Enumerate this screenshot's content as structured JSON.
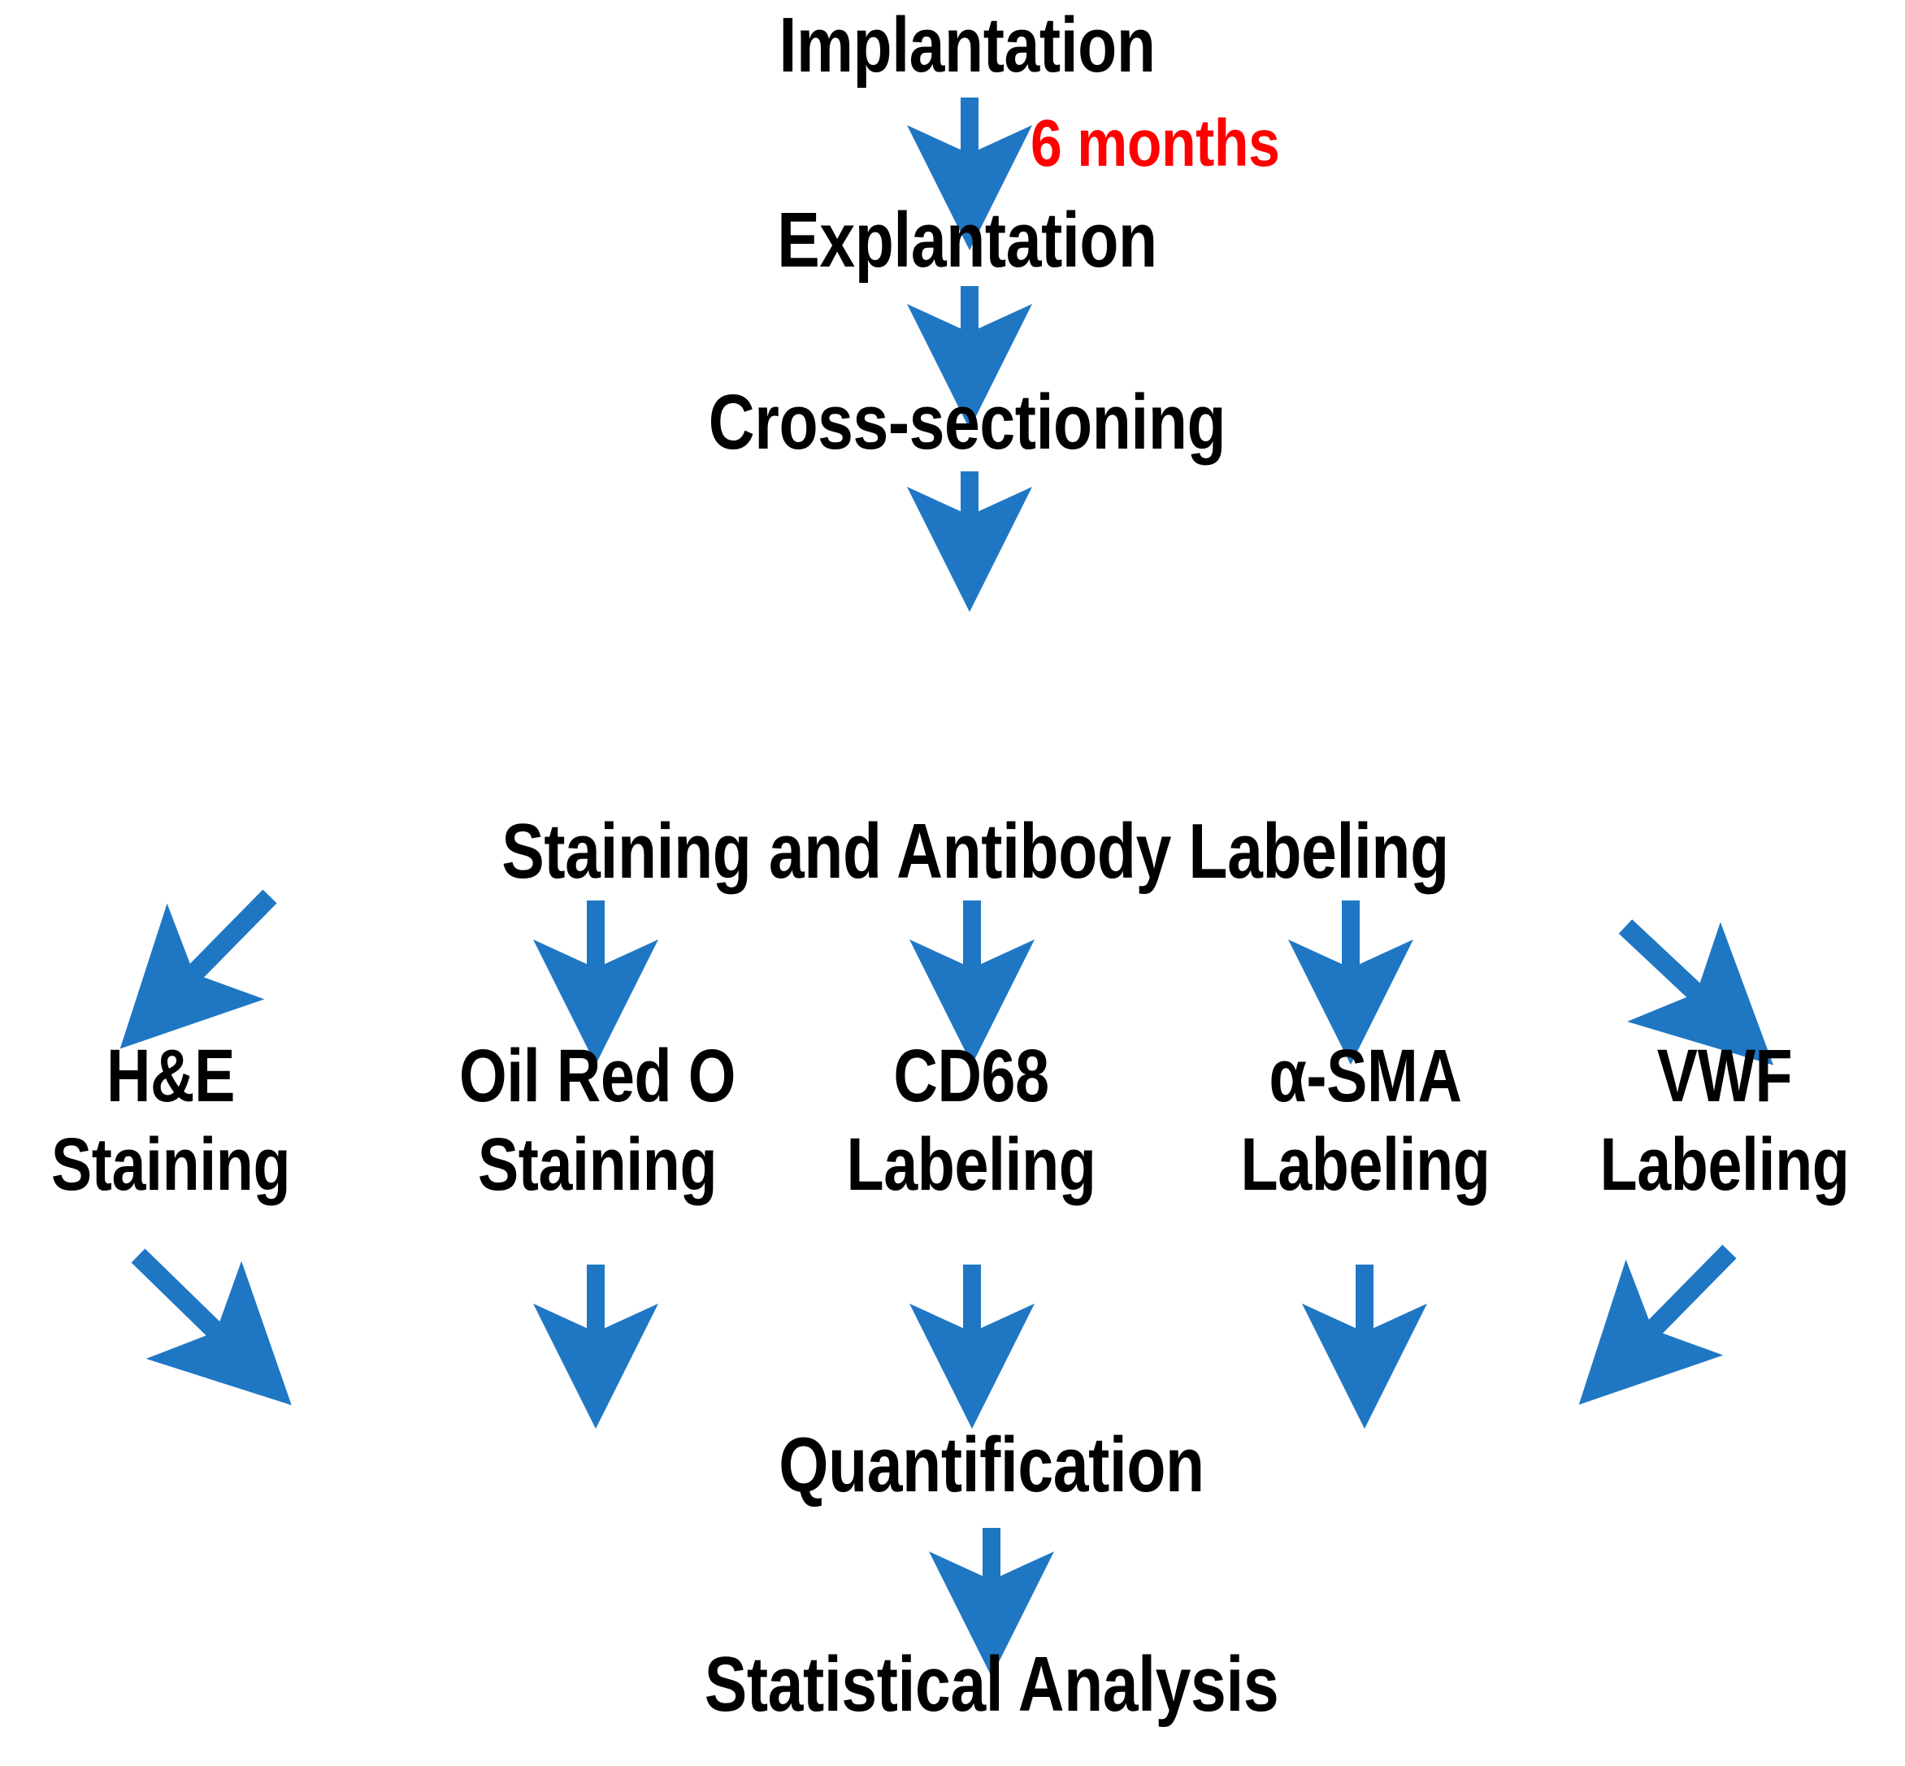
{
  "diagram": {
    "title": "Histological analysis workflow",
    "background_color": "#FFFFFF",
    "arrow_color": "#1F77C4",
    "text_color": "#000000",
    "accent_color": "#FF0000",
    "stages": {
      "implantation": "Implantation",
      "explantation": "Explantation",
      "cross_sectioning": "Cross-sectioning",
      "staining_and_antibody_labeling": "Staining and Antibody Labeling",
      "quantification": "Quantification",
      "statistical_analysis": "Statistical Analysis"
    },
    "duration_label": "6 months",
    "branches": [
      {
        "line1": "H&E",
        "line2": "Staining"
      },
      {
        "line1": "Oil Red O",
        "line2": "Staining"
      },
      {
        "line1": "CD68",
        "line2": "Labeling"
      },
      {
        "line1": "α-SMA",
        "line2": "Labeling"
      },
      {
        "line1": "VWF",
        "line2": "Labeling"
      }
    ],
    "arrows": [
      {
        "name": "arrow-implantation-to-explantation",
        "kind": "vertical"
      },
      {
        "name": "arrow-explantation-to-cross-sectioning",
        "kind": "vertical"
      },
      {
        "name": "arrow-cross-sectioning-to-staining",
        "kind": "vertical"
      },
      {
        "name": "arrow-staining-to-he",
        "kind": "diagonal-left"
      },
      {
        "name": "arrow-staining-to-oil-red-o",
        "kind": "vertical"
      },
      {
        "name": "arrow-staining-to-cd68",
        "kind": "vertical"
      },
      {
        "name": "arrow-staining-to-asma",
        "kind": "vertical"
      },
      {
        "name": "arrow-staining-to-vwf",
        "kind": "diagonal-right"
      },
      {
        "name": "arrow-he-to-quantification",
        "kind": "diagonal-right"
      },
      {
        "name": "arrow-oil-red-o-to-quantification",
        "kind": "vertical"
      },
      {
        "name": "arrow-cd68-to-quantification",
        "kind": "vertical"
      },
      {
        "name": "arrow-asma-to-quantification",
        "kind": "vertical"
      },
      {
        "name": "arrow-vwf-to-quantification",
        "kind": "diagonal-left"
      },
      {
        "name": "arrow-quantification-to-statistical-analysis",
        "kind": "vertical"
      }
    ]
  }
}
